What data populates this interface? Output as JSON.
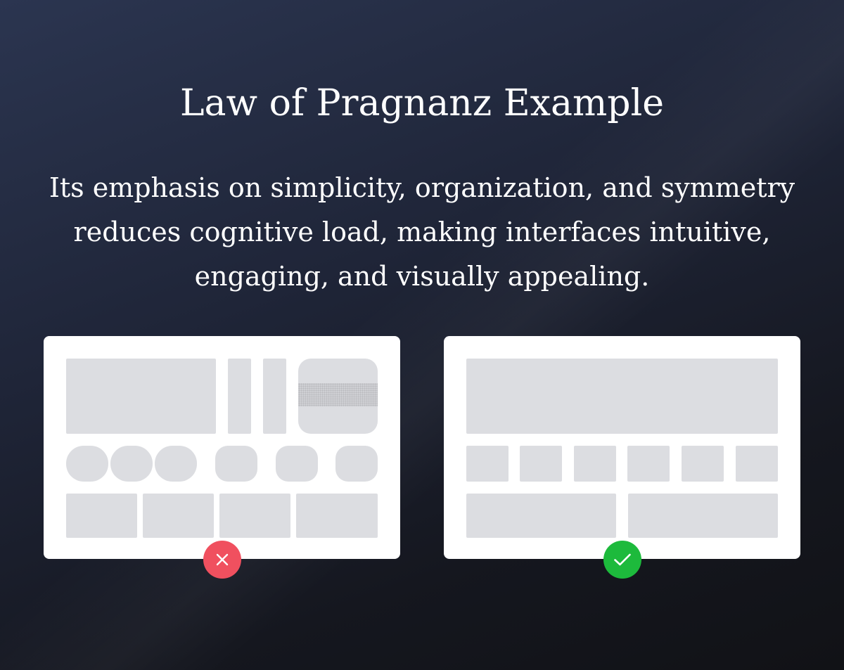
{
  "title": "Law of Pragnanz Example",
  "subtitle": "Its emphasis on simplicity, organization, and symmetry reduces cognitive load, making interfaces intuitive, engaging, and visually appealing.",
  "colors": {
    "incorrect_badge": "#f0505f",
    "correct_badge": "#1dba3c",
    "placeholder_block": "#dcdde1",
    "card": "#ffffff"
  },
  "examples": [
    {
      "verdict": "incorrect",
      "icon": "x-icon"
    },
    {
      "verdict": "correct",
      "icon": "checkmark-icon"
    }
  ]
}
